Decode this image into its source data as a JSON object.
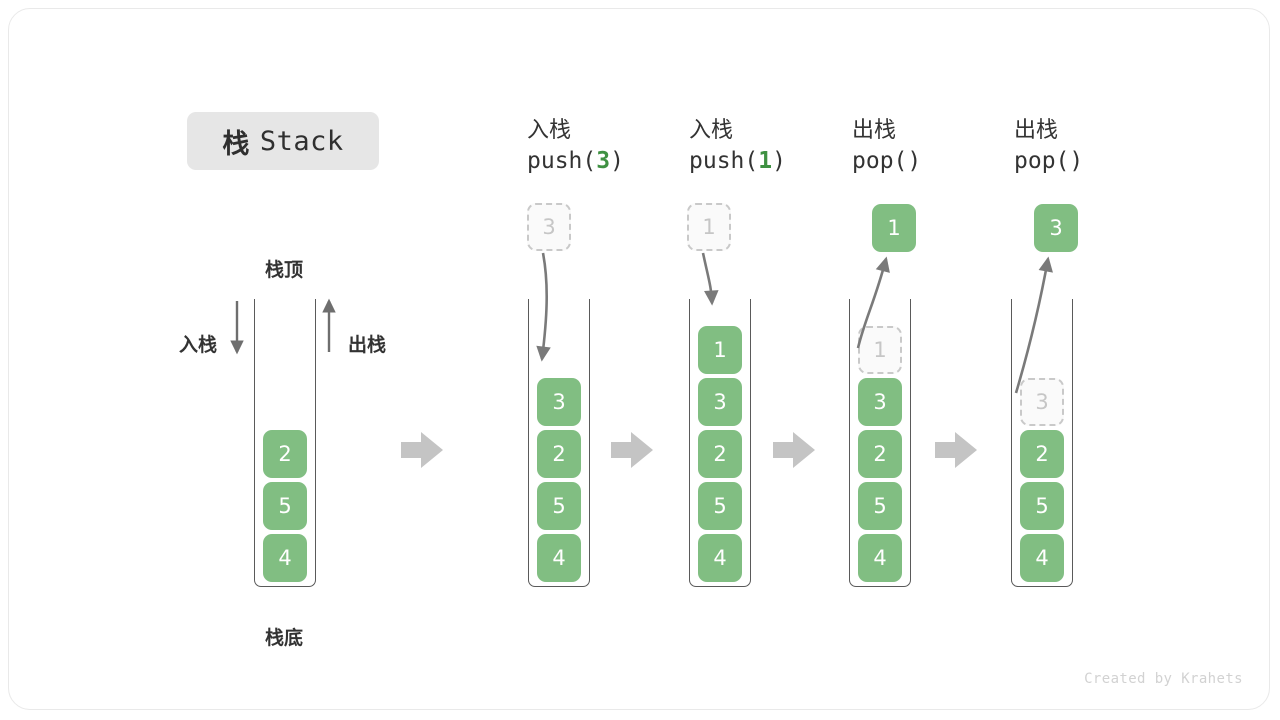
{
  "title": {
    "cn": "栈",
    "en": "Stack"
  },
  "labels": {
    "top": "栈顶",
    "bottom": "栈底",
    "push_arrow": "入栈",
    "pop_arrow": "出栈"
  },
  "credit": "Created by Krahets",
  "colors": {
    "element_green": "#81be82",
    "arg_green": "#3f9142",
    "ghost_border": "#c9c9c9",
    "ghost_text": "#c6c6c6",
    "stack_border": "#5a5a5a",
    "flow_arrow": "#c4c4c4",
    "title_chip_bg": "#e6e6e6",
    "text_dark": "#333333"
  },
  "columns": [
    {
      "id": "initial",
      "header": null,
      "stack": [
        "4",
        "5",
        "2"
      ],
      "ghost_in_stack": null,
      "floating": null,
      "action_arrow": null
    },
    {
      "id": "push-3",
      "header": {
        "op": "入栈",
        "fn_prefix": "push(",
        "arg": "3",
        "fn_suffix": ")"
      },
      "stack": [
        "4",
        "5",
        "2",
        "3"
      ],
      "ghost_in_stack": null,
      "floating": {
        "value": "3",
        "style": "ghost"
      },
      "action_arrow": "down"
    },
    {
      "id": "push-1",
      "header": {
        "op": "入栈",
        "fn_prefix": "push(",
        "arg": "1",
        "fn_suffix": ")"
      },
      "stack": [
        "4",
        "5",
        "2",
        "3",
        "1"
      ],
      "ghost_in_stack": null,
      "floating": {
        "value": "1",
        "style": "ghost"
      },
      "action_arrow": "down"
    },
    {
      "id": "pop-1",
      "header": {
        "op": "出栈",
        "fn_prefix": "pop(",
        "arg": "",
        "fn_suffix": ")"
      },
      "stack": [
        "4",
        "5",
        "2",
        "3"
      ],
      "ghost_in_stack": {
        "value": "1"
      },
      "floating": {
        "value": "1",
        "style": "filled"
      },
      "action_arrow": "up"
    },
    {
      "id": "pop-3",
      "header": {
        "op": "出栈",
        "fn_prefix": "pop(",
        "arg": "",
        "fn_suffix": ")"
      },
      "stack": [
        "4",
        "5",
        "2"
      ],
      "ghost_in_stack": {
        "value": "3"
      },
      "floating": {
        "value": "3",
        "style": "filled"
      },
      "action_arrow": "up"
    }
  ],
  "flow_arrows": 4
}
